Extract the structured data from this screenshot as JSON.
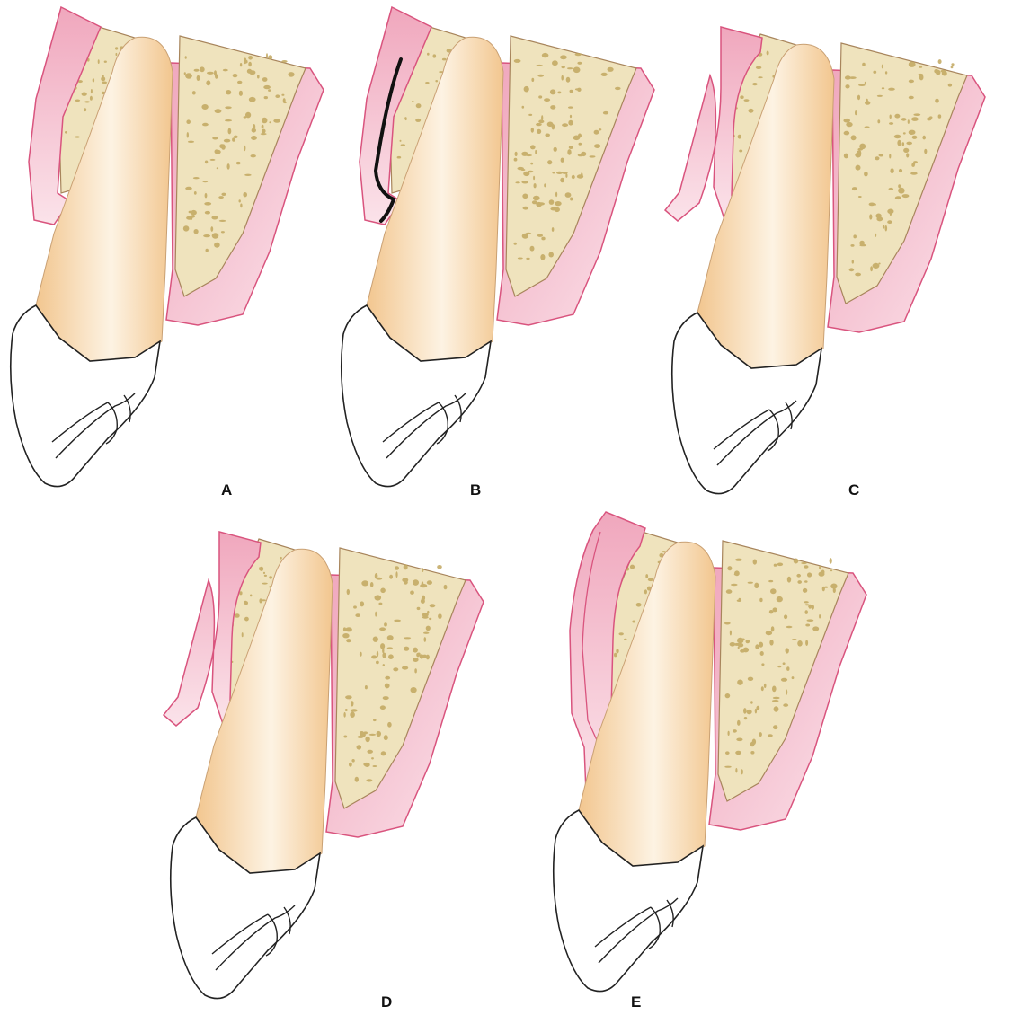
{
  "panels": [
    {
      "label": "A",
      "variant": "intact"
    },
    {
      "label": "B",
      "variant": "incision"
    },
    {
      "label": "C",
      "variant": "flap-reflected"
    },
    {
      "label": "D",
      "variant": "flap-reflected"
    },
    {
      "label": "E",
      "variant": "flap-sutured"
    }
  ],
  "colors": {
    "gingiva": "#f0a7bd",
    "gingiva_light": "#fbe3ea",
    "gingiva_outline": "#d9547e",
    "bone": "#efe3bd",
    "bone_pore": "#c2a860",
    "root": "#f2c68f",
    "root_highlight": "#fdf3e3",
    "crown": "#ffffff",
    "outline": "#222222"
  }
}
